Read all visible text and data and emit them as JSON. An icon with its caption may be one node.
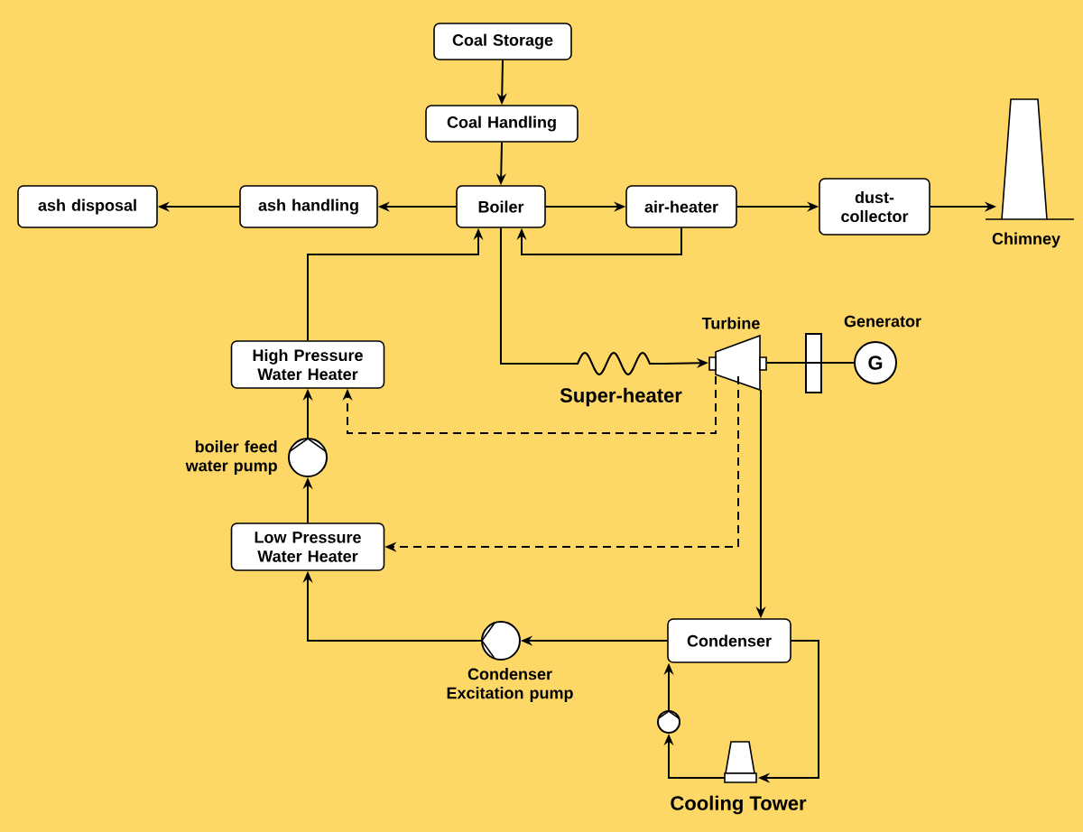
{
  "diagram": {
    "nodes": [
      {
        "text": [
          "Coal Storage"
        ]
      },
      {
        "text": [
          "Coal Handling"
        ]
      },
      {
        "text": [
          "Boiler"
        ]
      },
      {
        "text": [
          "ash handling"
        ]
      },
      {
        "text": [
          "ash disposal"
        ]
      },
      {
        "text": [
          "air-heater"
        ]
      },
      {
        "text": [
          "dust-collector"
        ]
      },
      {
        "text": [
          "Chimney"
        ]
      },
      {
        "text": [
          "High Pressure Water Heater"
        ]
      },
      {
        "text": [],
        "shape": "circle",
        "beside": [
          "boiler feed water pump"
        ]
      },
      {
        "text": [
          "Low Pressure Water Heater"
        ]
      },
      {
        "text": [
          "Turbine"
        ]
      },
      {
        "text": [
          "Generator",
          "G"
        ]
      },
      {
        "text": [
          "Condenser"
        ]
      },
      {
        "text": [],
        "shape": "circle",
        "beside": [
          "Condenser Excitation pump"
        ]
      },
      {
        "text": [],
        "shape": "circle"
      },
      {
        "text": [
          "Cooling Tower"
        ]
      }
    ],
    "edges": [
      {
        "from": 0,
        "to": 1,
        "arrow": "to"
      },
      {
        "from": 1,
        "to": 2,
        "arrow": "to"
      },
      {
        "from": 2,
        "to": 3,
        "arrow": "to"
      },
      {
        "from": 3,
        "to": 4,
        "arrow": "to"
      },
      {
        "from": 2,
        "to": 5,
        "arrow": "to"
      },
      {
        "from": 5,
        "to": 6,
        "arrow": "to"
      },
      {
        "from": 6,
        "to": 7,
        "arrow": "to"
      },
      {
        "from": 5,
        "to": 2,
        "arrow": "to"
      },
      {
        "from": 8,
        "to": 2,
        "arrow": "to"
      },
      {
        "from": 2,
        "to": 11,
        "arrow": "to",
        "label": "Super-heater"
      },
      {
        "from": 11,
        "to": 12,
        "arrow": "none"
      },
      {
        "from": 11,
        "to": 8,
        "arrow": "to",
        "style": "dashed"
      },
      {
        "from": 11,
        "to": 10,
        "arrow": "to",
        "style": "dashed"
      },
      {
        "from": 11,
        "to": 13,
        "arrow": "to"
      },
      {
        "from": 13,
        "to": 14,
        "arrow": "to"
      },
      {
        "from": 14,
        "to": 10,
        "arrow": "to"
      },
      {
        "from": 10,
        "to": 9,
        "arrow": "to"
      },
      {
        "from": 9,
        "to": 8,
        "arrow": "to"
      },
      {
        "from": 13,
        "to": 16,
        "arrow": "to"
      },
      {
        "from": 16,
        "to": 15,
        "arrow": "to"
      },
      {
        "from": 15,
        "to": 13,
        "arrow": "to"
      }
    ]
  }
}
